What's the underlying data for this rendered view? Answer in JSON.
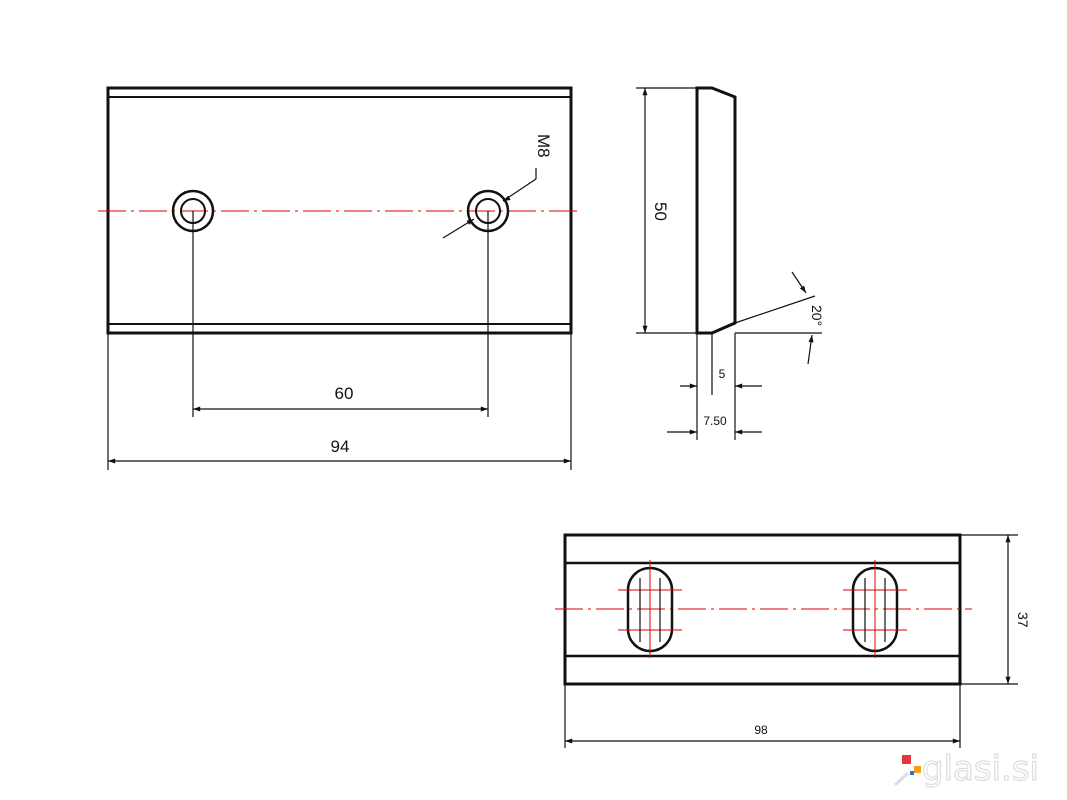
{
  "front_view": {
    "dim_hole_spacing": "60",
    "dim_length": "94",
    "thread_label": "M8"
  },
  "side_view": {
    "dim_height": "50",
    "dim_angle": "20°",
    "dim_chamfer": "5",
    "dim_thickness": "7.50"
  },
  "bottom_view": {
    "dim_width": "37",
    "dim_length": "98"
  },
  "watermark": {
    "text": "glasi.si"
  },
  "colors": {
    "outline": "#111111",
    "centerline": "#dd0000"
  }
}
